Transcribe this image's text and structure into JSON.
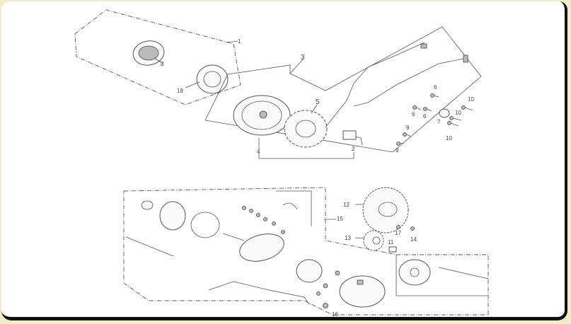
{
  "diagram": {
    "title": "Flywheel / Starter motor parts diagram",
    "callouts": {
      "c1": "1",
      "c8": "8",
      "c18": "18",
      "c3": "3",
      "c5": "5",
      "c4": "4",
      "c2": "2",
      "c6a": "6",
      "c6b": "6",
      "c6c": "6",
      "c7": "7",
      "c10a": "10",
      "c10b": "10",
      "c10c": "10",
      "c9a": "9",
      "c9b": "9",
      "c12": "12",
      "c15": "15",
      "c13": "13",
      "c11": "11",
      "c17": "17",
      "c14": "14",
      "c16": "16"
    }
  }
}
